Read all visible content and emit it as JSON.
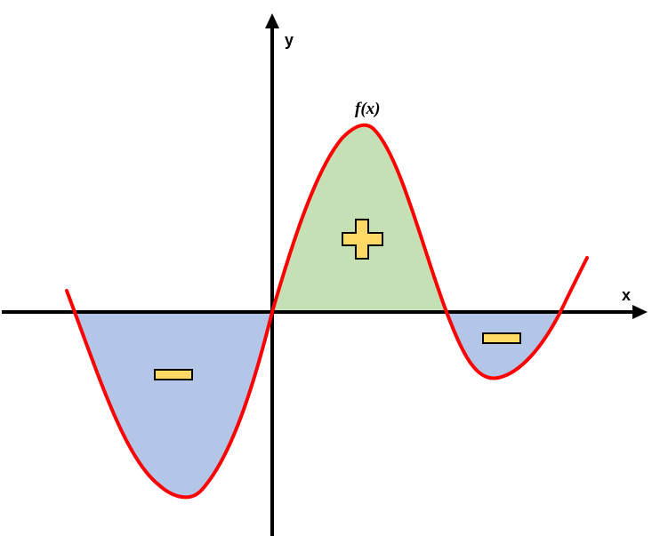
{
  "labels": {
    "x_axis": "x",
    "y_axis": "y",
    "function": "f(x)"
  },
  "regions": [
    {
      "sign": "negative",
      "color": "#b4c6e7"
    },
    {
      "sign": "positive",
      "color": "#c5e0b4"
    },
    {
      "sign": "negative",
      "color": "#b4c6e7"
    }
  ],
  "colors": {
    "curve": "#ff0000",
    "axes": "#000000",
    "sign_fill": "#ffd966",
    "sign_stroke": "#000000"
  }
}
